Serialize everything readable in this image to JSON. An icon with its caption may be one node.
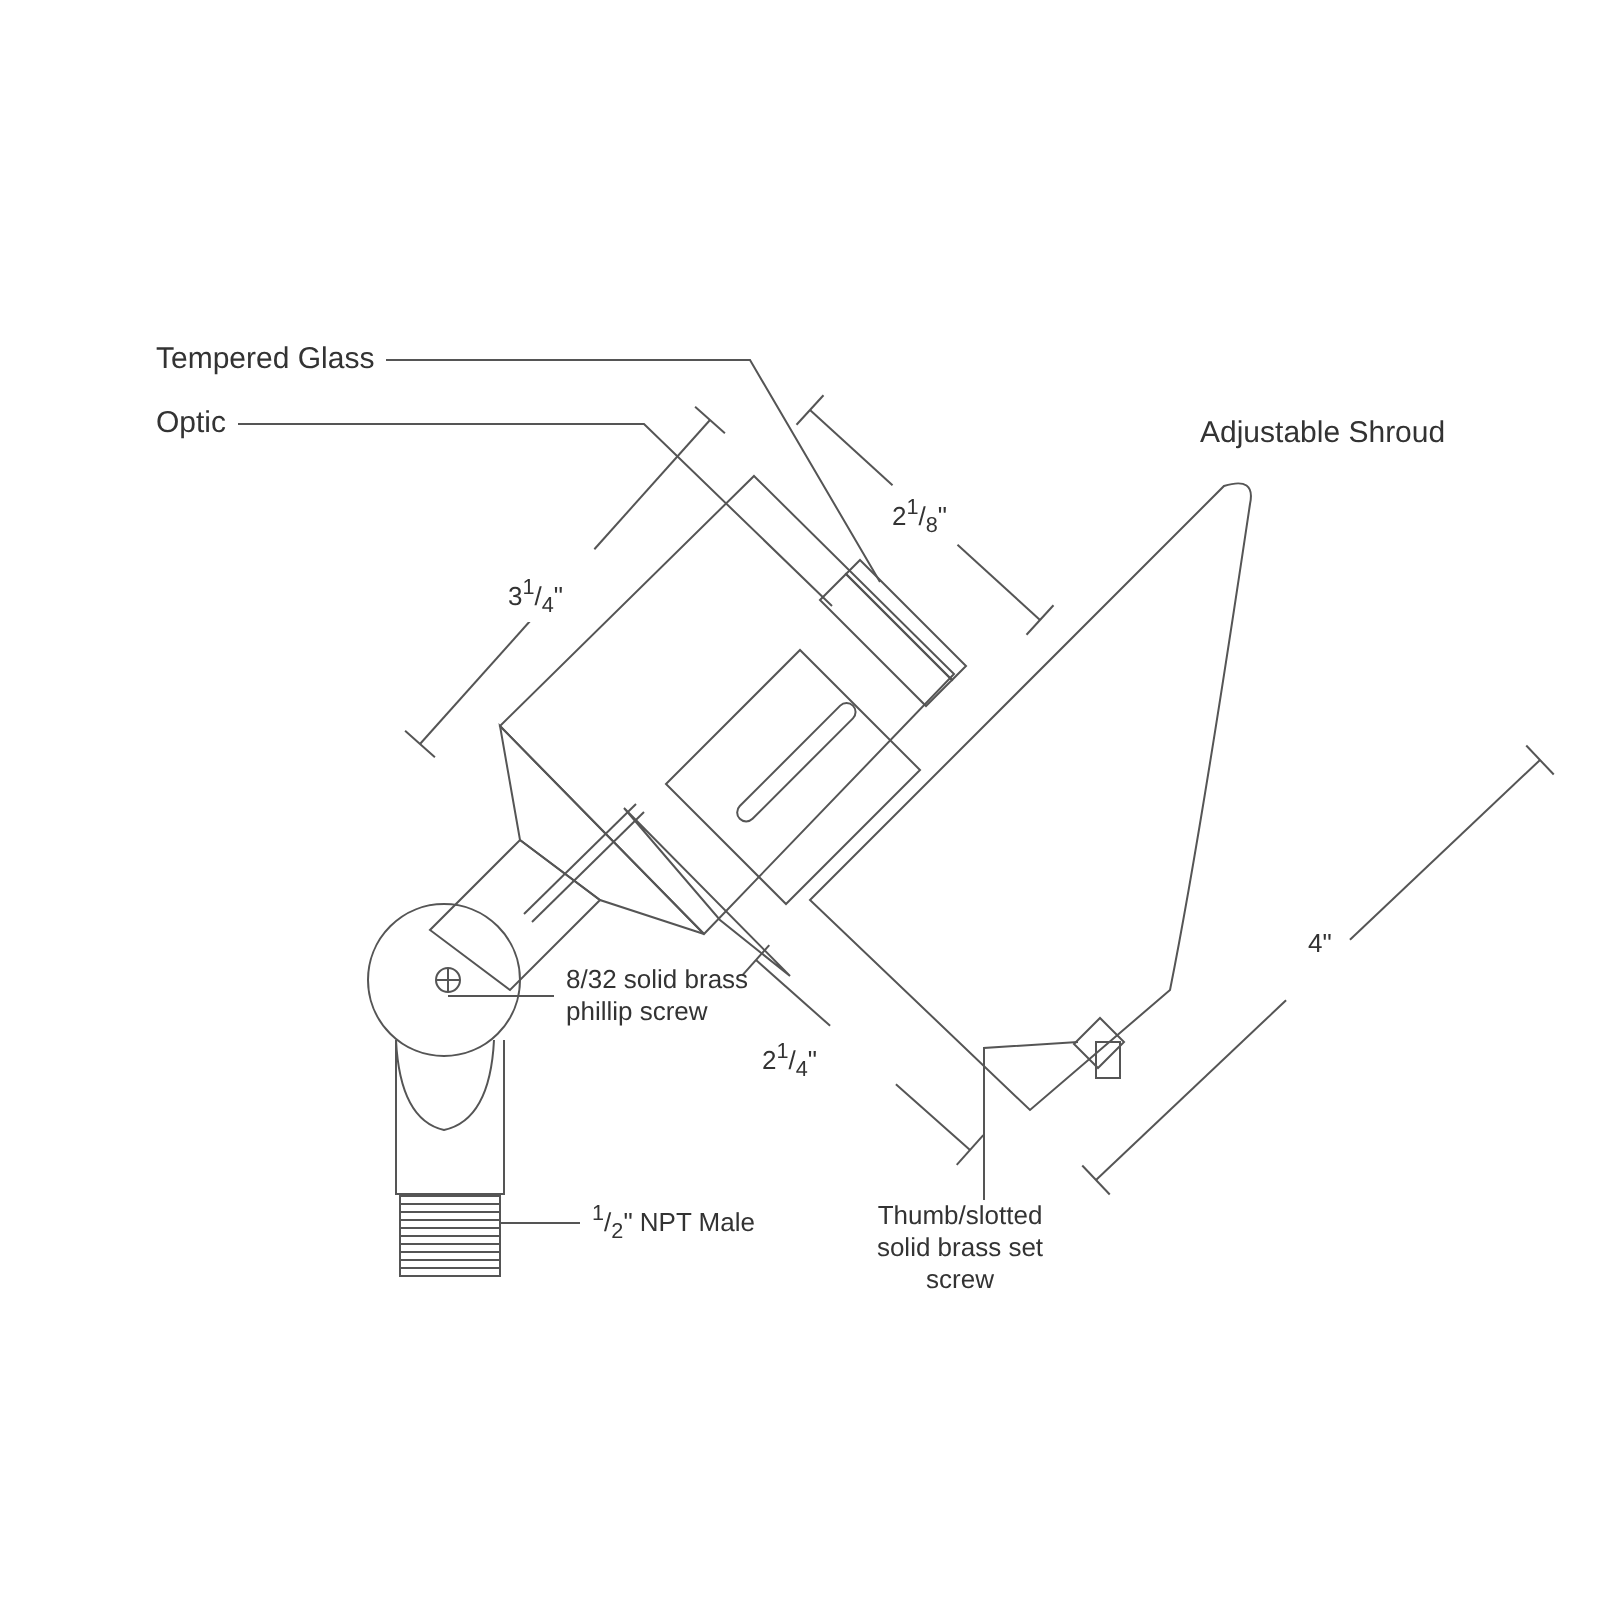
{
  "diagram": {
    "nodes": [
      {
        "text": [
          "Tempered Glass"
        ]
      },
      {
        "text": [],
        "shape": "box"
      },
      {
        "text": [
          "Optic"
        ]
      },
      {
        "text": [],
        "shape": "box"
      },
      {
        "text": [
          "8/32 solid brass phillip screw"
        ]
      },
      {
        "text": [],
        "shape": "circle"
      },
      {
        "text": [
          "$^{1}$/$_{2}$\" NPT Male"
        ]
      },
      {
        "text": [],
        "shape": "box"
      },
      {
        "text": [
          "Thumb/slotted solid brass set screw"
        ]
      },
      {
        "text": [],
        "shape": "box"
      }
    ],
    "edges": [
      {
        "from": 0,
        "to": 1,
        "arrow": "none"
      },
      {
        "from": 2,
        "to": 3,
        "arrow": "none"
      },
      {
        "from": 4,
        "to": 5,
        "arrow": "none"
      },
      {
        "from": 6,
        "to": 7,
        "arrow": "none"
      },
      {
        "from": 8,
        "to": 9,
        "arrow": "none"
      }
    ],
    "labels": [
      "Adjustable Shroud",
      "2$^{1}$/$_{8}$\"",
      "3$^{1}$/$_{4}$\"",
      "2$^{1}$/$_{4}$\"",
      "4\""
    ]
  }
}
